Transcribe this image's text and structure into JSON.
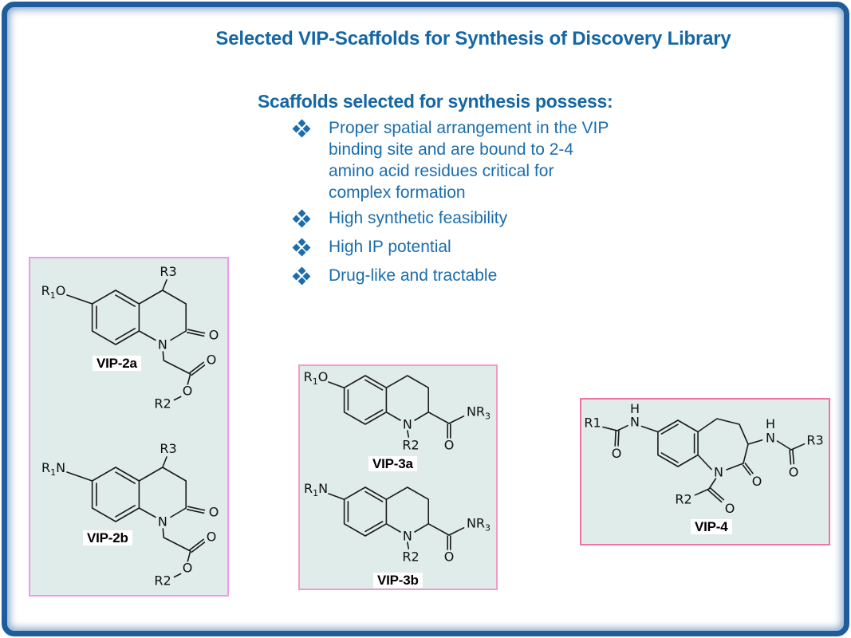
{
  "slide": {
    "title": "Selected VIP-Scaffolds for Synthesis of Discovery Library",
    "subtitle": "Scaffolds selected for synthesis possess:",
    "bullets": [
      {
        "lines": [
          "Proper spatial arrangement in the VIP",
          "binding site and are bound to 2-4",
          "amino acid residues critical for",
          "complex formation"
        ]
      },
      {
        "lines": [
          "High synthetic feasibility"
        ]
      },
      {
        "lines": [
          "High IP potential"
        ]
      },
      {
        "lines": [
          "Drug-like and tractable"
        ]
      }
    ]
  },
  "colors": {
    "frame_blue": "#1e5c9c",
    "heading_blue": "#1567a4",
    "bullet_blue": "#1b6dad",
    "box_background": "#dfecea",
    "box_border_left": "#f09ae8",
    "box_border_middle": "#f49ac8",
    "box_border_right": "#ee74a6",
    "bond_black": "#1a1a1a"
  },
  "scaffolds": {
    "vip2a": {
      "label": "VIP-2a",
      "r1_base": "R",
      "r1_sub": "1",
      "r1_rest": "O",
      "r3": "R3",
      "ring_n": "N",
      "lactam_o": "O",
      "ester_carbonyl_o": "O",
      "ester_o": "O",
      "r2": "R2"
    },
    "vip2b": {
      "label": "VIP-2b",
      "r1_base": "R",
      "r1_sub": "1",
      "r1_rest": "N",
      "r3": "R3",
      "ring_n": "N",
      "lactam_o": "O",
      "ester_carbonyl_o": "O",
      "ester_o": "O",
      "r2": "R2"
    },
    "vip3a": {
      "label": "VIP-3a",
      "r1_base": "R",
      "r1_sub": "1",
      "r1_rest": "O",
      "ring_n": "N",
      "r2": "R2",
      "amide_n_base": "NR",
      "amide_n_sub": "3",
      "amide_o": "O"
    },
    "vip3b": {
      "label": "VIP-3b",
      "r1_base": "R",
      "r1_sub": "1",
      "r1_rest": "N",
      "ring_n": "N",
      "r2": "R2",
      "amide_n_base": "NR",
      "amide_n_sub": "3",
      "amide_o": "O"
    },
    "vip4": {
      "label": "VIP-4",
      "r1": "R1",
      "r2": "R2",
      "r3": "R3",
      "left_amide_h": "H",
      "left_amide_n": "N",
      "left_amide_o": "O",
      "ring_n": "N",
      "lactam_o": "O",
      "acyl_o": "O",
      "right_amide_h": "H",
      "right_amide_n": "N",
      "right_amide_o": "O"
    }
  }
}
